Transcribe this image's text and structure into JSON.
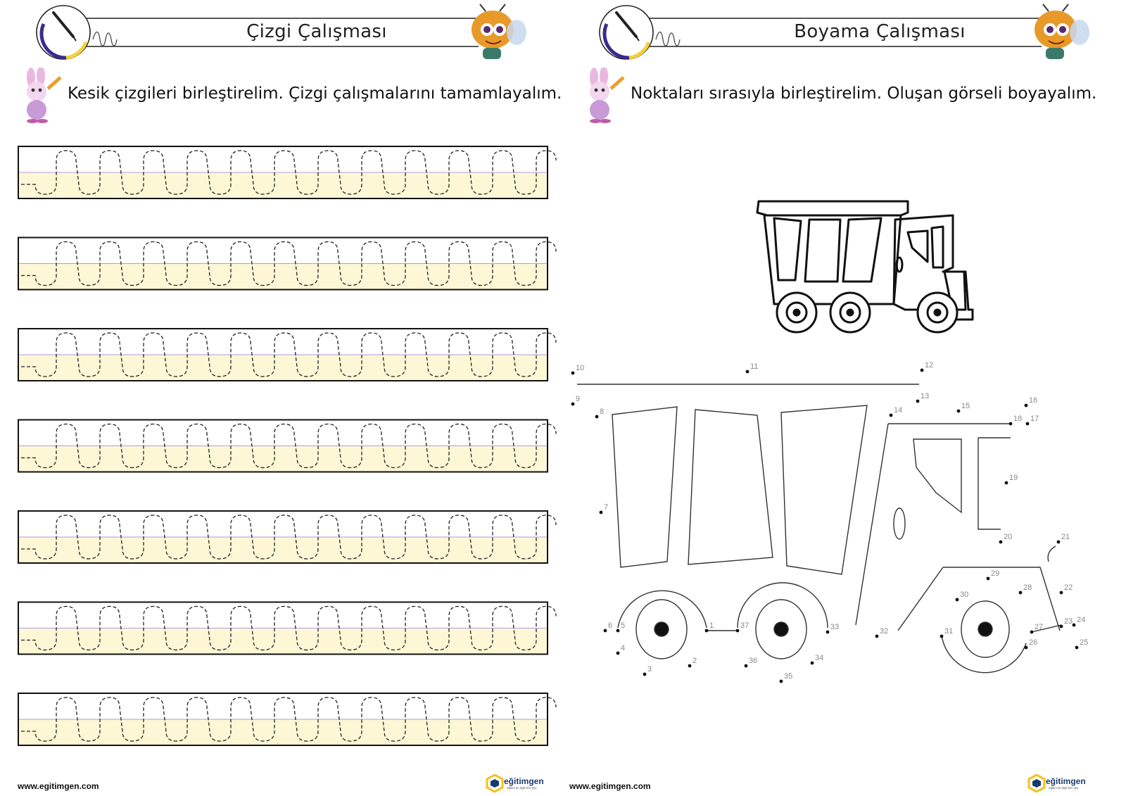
{
  "left": {
    "title": "Çizgi Çalışması",
    "instruction": "Kesik çizgileri birleştirelim. Çizgi çalışmalarını tamamlayalım.",
    "row_count": 7,
    "url": "www.egitimgen.com",
    "logo": {
      "brand": "eğitimgen",
      "tagline": "eğitim ile ilgili her şey"
    }
  },
  "right": {
    "title": "Boyama Çalışması",
    "instruction": "Noktaları sırasıyla birleştirelim. Oluşan görseli boyayalım.",
    "url": "www.egitimgen.com",
    "logo": {
      "brand": "eğitimgen",
      "tagline": "eğitim ile ilgili her şey"
    },
    "dot_labels": [
      "1",
      "2",
      "3",
      "4",
      "5",
      "6",
      "7",
      "8",
      "9",
      "10",
      "11",
      "12",
      "13",
      "14",
      "15",
      "16",
      "17",
      "18",
      "19",
      "20",
      "21",
      "22",
      "23",
      "24",
      "25",
      "26",
      "27",
      "28",
      "29",
      "30",
      "31",
      "32",
      "33",
      "34",
      "35",
      "36",
      "37"
    ]
  },
  "colors": {
    "band": "#fdf7d6",
    "midline": "#b49ad8",
    "header_accent": "#3b2a8c",
    "header_yellow": "#f2d23c"
  }
}
